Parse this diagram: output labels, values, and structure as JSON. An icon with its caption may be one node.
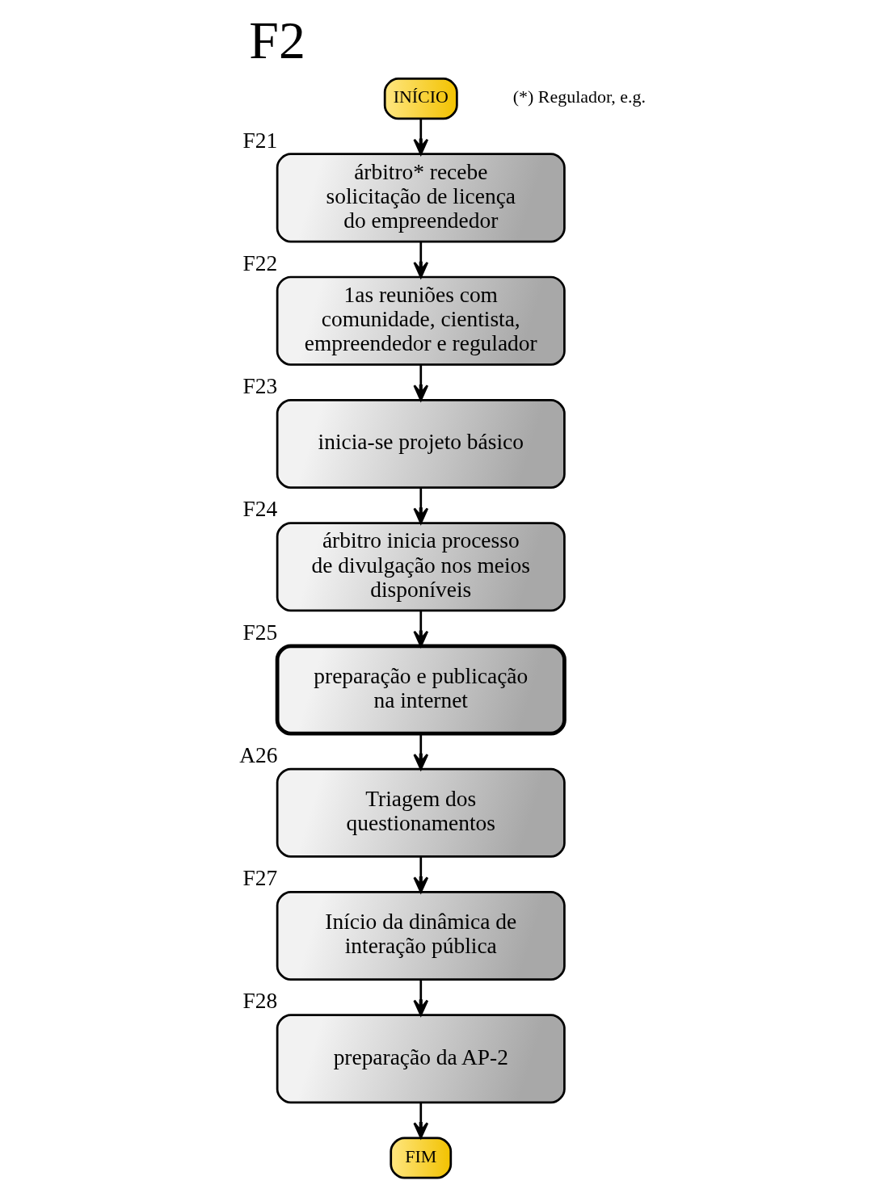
{
  "diagram": {
    "title": "F2",
    "nodes": [
      {
        "text": [
          "INÍCIO"
        ]
      },
      {
        "text": [
          "árbitro* recebe solicitação de licença do empreendedor"
        ],
        "beside": [
          "F21"
        ]
      },
      {
        "text": [
          "1as reuniões com comunidade, cientista, empreendedor e regulador"
        ],
        "beside": [
          "F22"
        ]
      },
      {
        "text": [
          "inicia-se projeto básico"
        ],
        "beside": [
          "F23"
        ]
      },
      {
        "text": [
          "árbitro inicia processo de divulgação nos meios disponíveis"
        ],
        "beside": [
          "F24"
        ]
      },
      {
        "text": [
          "preparação e publicação na internet"
        ],
        "beside": [
          "F25"
        ]
      },
      {
        "text": [
          "Triagem dos questionamentos"
        ],
        "beside": [
          "A26"
        ]
      },
      {
        "text": [
          "Início da dinâmica de interação pública"
        ],
        "beside": [
          "F27"
        ]
      },
      {
        "text": [
          "preparação da AP-2"
        ],
        "beside": [
          "F28"
        ]
      },
      {
        "text": [
          "FIM"
        ]
      }
    ],
    "edges": [
      {
        "from": 0,
        "to": 1,
        "arrow": "to"
      },
      {
        "from": 1,
        "to": 2,
        "arrow": "to"
      },
      {
        "from": 2,
        "to": 3,
        "arrow": "to"
      },
      {
        "from": 3,
        "to": 4,
        "arrow": "to"
      },
      {
        "from": 4,
        "to": 5,
        "arrow": "to"
      },
      {
        "from": 5,
        "to": 6,
        "arrow": "to"
      },
      {
        "from": 6,
        "to": 7,
        "arrow": "to"
      },
      {
        "from": 7,
        "to": 8,
        "arrow": "to"
      },
      {
        "from": 8,
        "to": 9,
        "arrow": "to"
      }
    ],
    "labels": [
      "(*) Regulador, e.g."
    ]
  }
}
